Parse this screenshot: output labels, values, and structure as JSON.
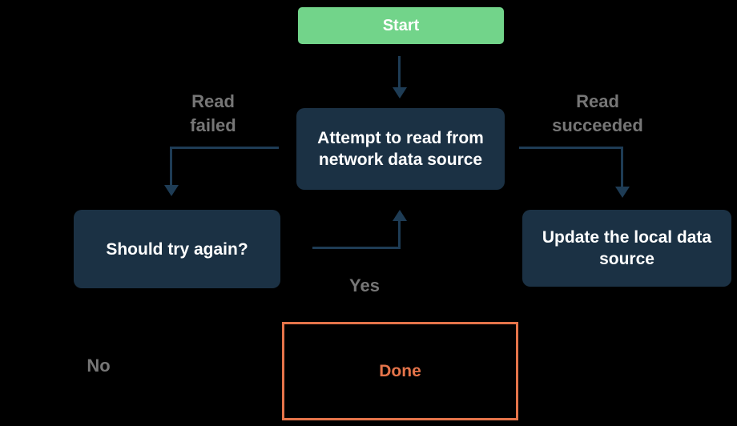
{
  "colors": {
    "background": "#000000",
    "node-fill": "#1b3144",
    "start-fill": "#72d48a",
    "arrow": "#1e3c55",
    "label-gray": "#767676",
    "accent-orange": "#e5744a",
    "node-text": "#ffffff"
  },
  "flowchart": {
    "nodes": {
      "start": {
        "label": "Start"
      },
      "attempt": {
        "label": "Attempt to read from network data source"
      },
      "retry": {
        "label": "Should try again?"
      },
      "update": {
        "label": "Update the local data source"
      },
      "done": {
        "label": "Done"
      }
    },
    "edges": {
      "read_failed": {
        "label": "Read\nfailed"
      },
      "read_succeeded": {
        "label": "Read\nsucceeded"
      },
      "yes": {
        "label": "Yes"
      },
      "no": {
        "label": "No"
      }
    }
  }
}
